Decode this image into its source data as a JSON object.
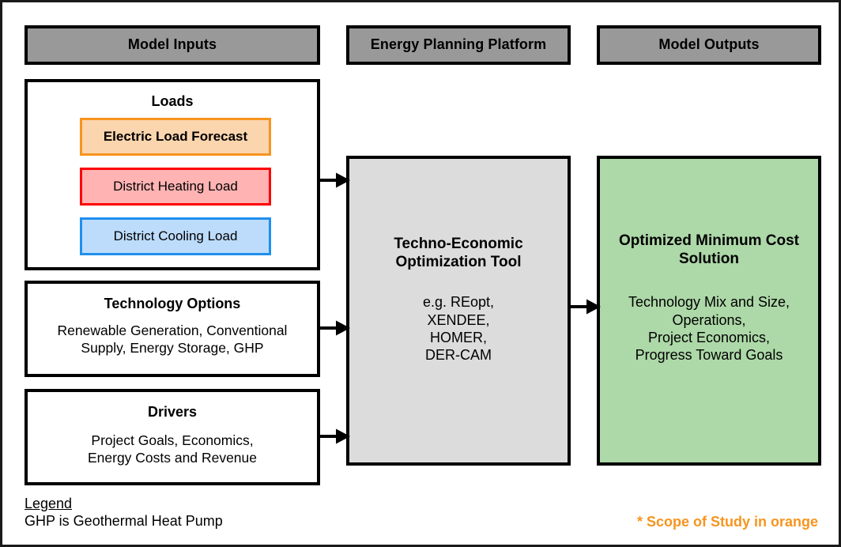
{
  "columns": {
    "inputs_header": "Model Inputs",
    "platform_header": "Energy Planning Platform",
    "outputs_header": "Model Outputs"
  },
  "inputs": {
    "loads": {
      "title": "Loads",
      "chips": [
        {
          "label": "Electric Load Forecast",
          "fill": "#FBD5AD",
          "border": "#F7941E",
          "bold": true
        },
        {
          "label": "District Heating Load",
          "fill": "#FFB3B3",
          "border": "#FF0000",
          "bold": false
        },
        {
          "label": "District Cooling Load",
          "fill": "#BDDCFB",
          "border": "#1F8FEF",
          "bold": false
        }
      ]
    },
    "technology": {
      "title": "Technology Options",
      "body": "Renewable Generation, Conventional\nSupply, Energy Storage, GHP"
    },
    "drivers": {
      "title": "Drivers",
      "body": "Project Goals, Economics,\nEnergy Costs and Revenue"
    }
  },
  "platform": {
    "title": "Techno-Economic\nOptimization Tool",
    "body": "e.g. REopt,\nXENDEE,\nHOMER,\nDER-CAM"
  },
  "outputs": {
    "title": "Optimized Minimum Cost\nSolution",
    "body": "Technology Mix and Size,\nOperations,\nProject Economics,\nProgress Toward Goals"
  },
  "legend": {
    "title": "Legend",
    "text": "GHP is Geothermal Heat Pump"
  },
  "note": {
    "text": "* Scope of Study in orange",
    "color": "#F7941E"
  },
  "colors": {
    "header_gray": "#999999",
    "panel_gray": "#DCDCDC",
    "output_green": "#ADD8A8",
    "outline_black": "#000000",
    "orange_accent": "#F7941E"
  }
}
